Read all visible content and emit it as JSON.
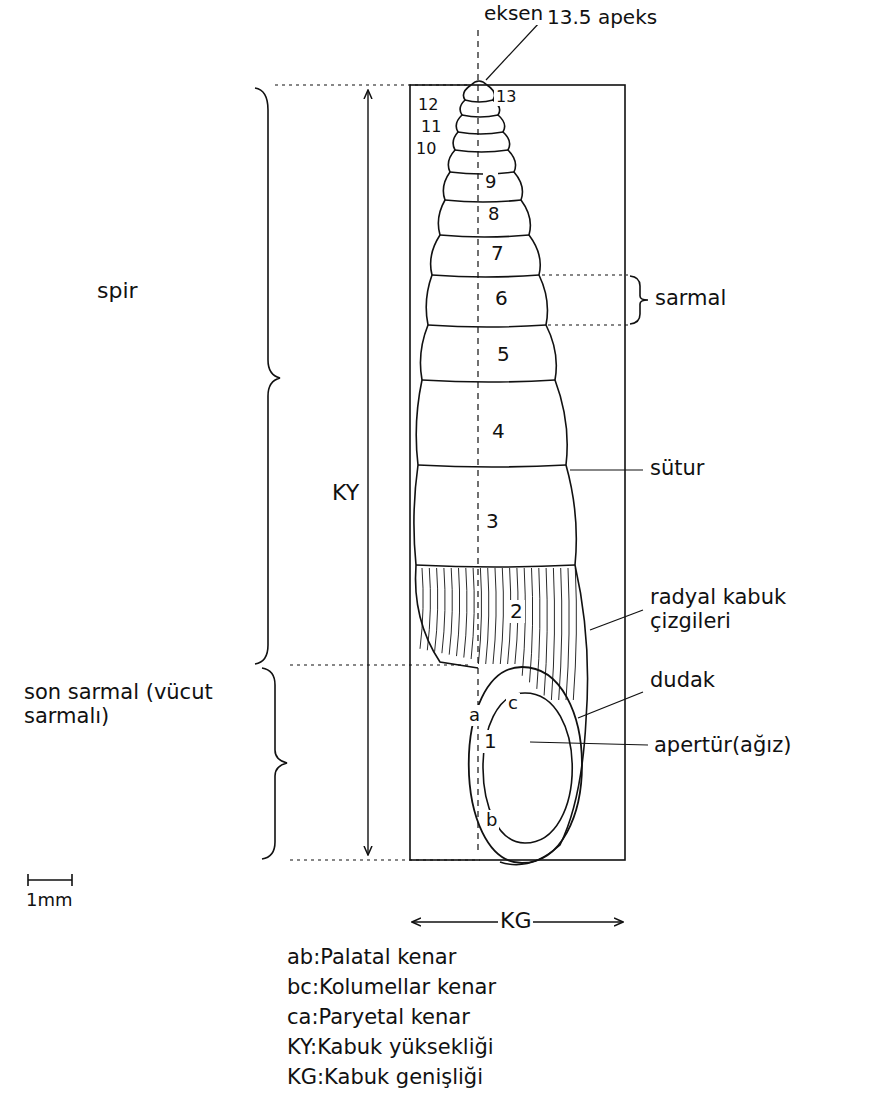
{
  "diagram": {
    "labels": [
      "eksen",
      "13.5 apeks",
      "13",
      "12",
      "11",
      "10",
      "9",
      "8",
      "7",
      "6",
      "sarmal",
      "spir",
      "5",
      "4",
      "KY",
      "sütur",
      "3",
      "2",
      "radyal kabuk çizgileri",
      "son sarmal (vücut sarmalı)",
      "dudak",
      "a",
      "c",
      "1",
      "apertür(ağız)",
      "b",
      "1mm",
      "KG",
      "ab:Palatal kenar",
      "bc:Kolumellar kenar",
      "ca:Paryetal kenar",
      "KY:Kabuk yüksekliği",
      "KG:Kabuk genişliği"
    ]
  }
}
